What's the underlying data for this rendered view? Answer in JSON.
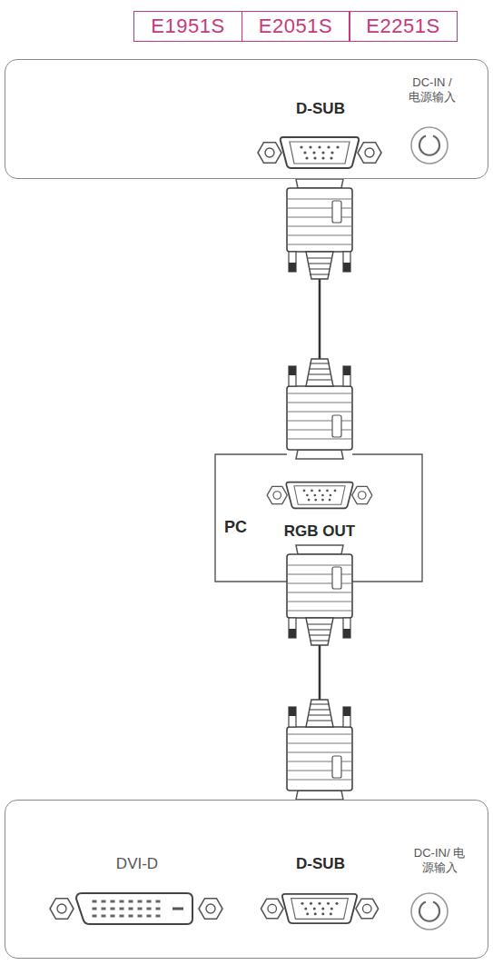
{
  "diagram": {
    "nodes": [
      {
        "text": [
          "E1951S"
        ]
      },
      {
        "text": [
          "E2051S"
        ]
      },
      {
        "text": [
          "E2251S"
        ]
      },
      {
        "text": [
          "D-SUB",
          "DC-IN / 电源输入"
        ]
      },
      {
        "text": [
          "PC",
          "RGB OUT"
        ]
      },
      {
        "text": [
          "DVI-D",
          "D-SUB",
          "DC-IN/ 电源输入"
        ]
      }
    ],
    "edges": [
      {
        "from": 3,
        "to": 4,
        "arrow": "none"
      },
      {
        "from": 4,
        "to": 5,
        "arrow": "none"
      }
    ]
  }
}
